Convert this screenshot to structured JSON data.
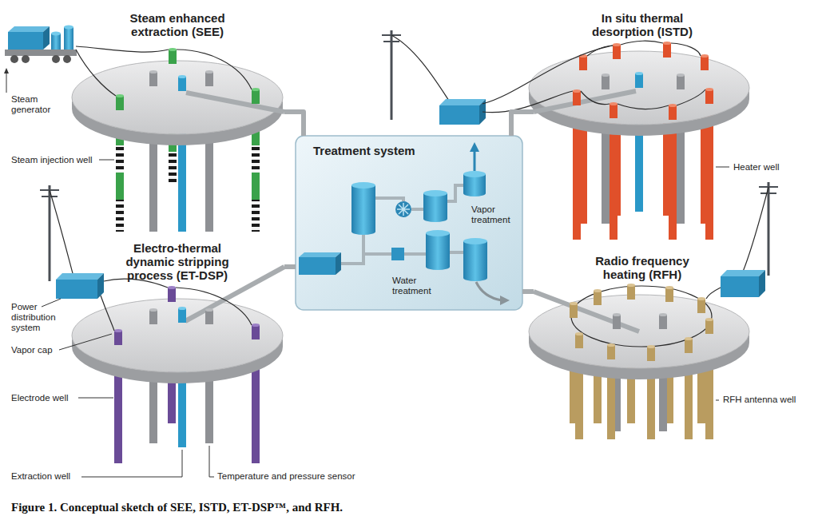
{
  "diagram": {
    "caption": "Figure 1. Conceptual sketch of SEE, ISTD, ET-DSP™, and RFH.",
    "nodes": [
      {
        "text": [
          "Steam enhanced extraction (SEE)"
        ]
      },
      {
        "text": [
          "In situ thermal desorption (ISTD)"
        ]
      },
      {
        "text": [
          "Treatment system",
          "Vapor treatment",
          "Water treatment"
        ]
      },
      {
        "text": [
          "Electro-thermal dynamic stripping process (ET-DSP)"
        ]
      },
      {
        "text": [
          "Radio frequency heating (RFH)"
        ]
      }
    ],
    "edges": [
      {
        "from": 0,
        "to": 2,
        "arrow": "none"
      },
      {
        "from": 1,
        "to": 2,
        "arrow": "none"
      },
      {
        "from": 3,
        "to": 2,
        "arrow": "none"
      },
      {
        "from": 4,
        "to": 2,
        "arrow": "none"
      }
    ],
    "labels": [
      "Steam generator",
      "Steam injection well",
      "Heater well",
      "Power distribution system",
      "Vapor cap",
      "Electrode well",
      "RFH antenna well",
      "Extraction well",
      "Temperature and pressure sensor"
    ]
  }
}
